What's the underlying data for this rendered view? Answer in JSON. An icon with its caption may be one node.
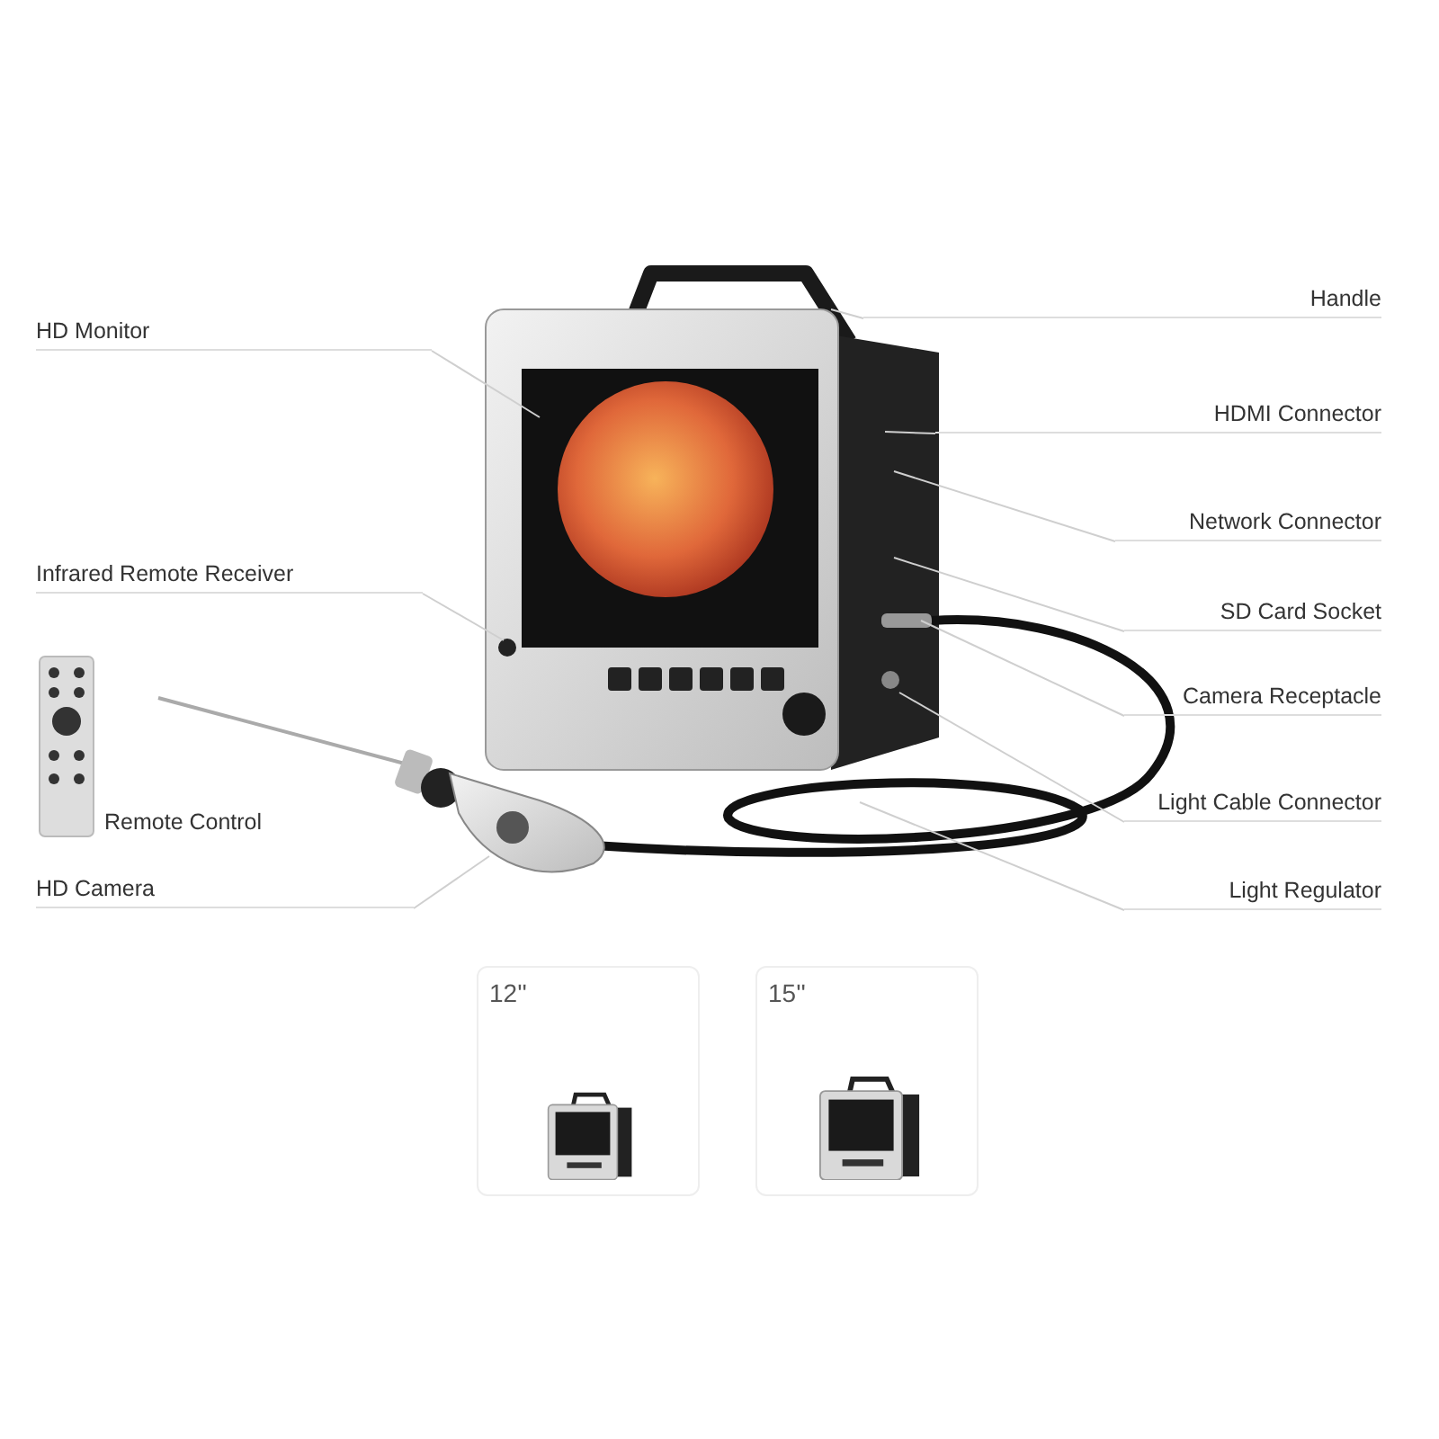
{
  "diagram": {
    "nodes": [
      {
        "text": [
          "Handle"
        ]
      },
      {
        "text": [
          "HD Monitor"
        ]
      },
      {
        "text": [
          "HDMI Connector"
        ]
      },
      {
        "text": [
          "Network Connector"
        ]
      },
      {
        "text": [
          "Infrared Remote Receiver"
        ]
      },
      {
        "text": [
          "SD Card Socket"
        ]
      },
      {
        "text": [
          "Camera Receptacle"
        ]
      },
      {
        "text": [
          "Light Cable Connector"
        ]
      },
      {
        "text": [
          "HD Camera"
        ]
      },
      {
        "text": [
          "Light Regulator"
        ]
      },
      {
        "text": [
          "12''"
        ]
      },
      {
        "text": [
          "15''"
        ]
      }
    ],
    "edges": [
      {
        "from": 0,
        "to": null,
        "arrow": "none"
      },
      {
        "from": 1,
        "to": null,
        "arrow": "none"
      },
      {
        "from": 2,
        "to": null,
        "arrow": "none"
      },
      {
        "from": 3,
        "to": null,
        "arrow": "none"
      },
      {
        "from": 4,
        "to": null,
        "arrow": "none"
      },
      {
        "from": 5,
        "to": null,
        "arrow": "none"
      },
      {
        "from": 6,
        "to": null,
        "arrow": "none"
      },
      {
        "from": 7,
        "to": null,
        "arrow": "none"
      },
      {
        "from": 8,
        "to": null,
        "arrow": "none"
      },
      {
        "from": 9,
        "to": null,
        "arrow": "none"
      }
    ],
    "labels": [
      "Remote Control"
    ]
  }
}
